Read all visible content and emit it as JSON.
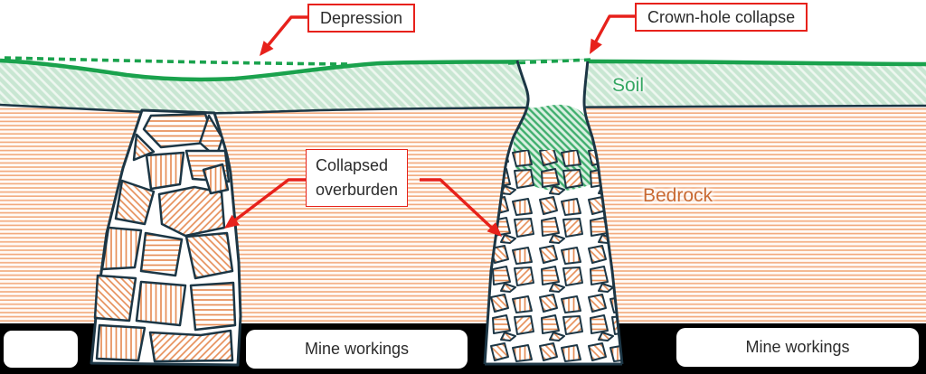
{
  "labels": {
    "depression": "Depression",
    "crown_hole": "Crown-hole collapse",
    "collapsed_line1": "Collapsed",
    "collapsed_line2": "overburden",
    "soil": "Soil",
    "bedrock": "Bedrock",
    "mine_workings_left": "Mine workings",
    "mine_workings_right": "Mine workings"
  },
  "colors": {
    "red": "#e7211b",
    "outline": "#1c3645",
    "surface-green": "#1aa24d",
    "soil-bg": "#c8e6d2",
    "soil-stripe": "#eef7f0",
    "fallen-bg": "#daf0e2",
    "fallen-stripe": "#3fae6d",
    "bedrock-bg": "#fffaf6",
    "bedrock-stripe": "#f2a97b",
    "rock-hatch": "#e68e58",
    "band-black": "#000000",
    "text": "#2b2b2b",
    "soil-text": "#36a763",
    "bedrock-text": "#c96a33"
  }
}
